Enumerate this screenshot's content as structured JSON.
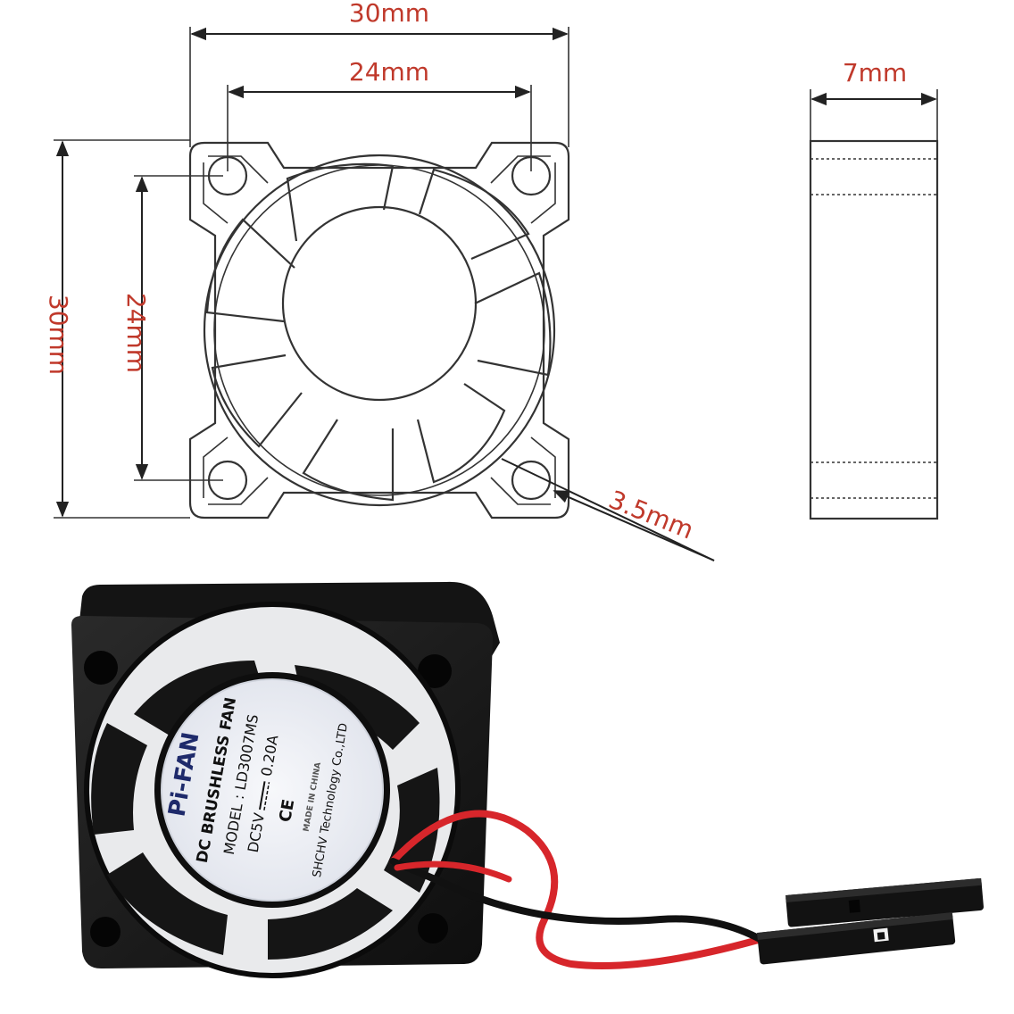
{
  "dimensions": {
    "width_total": "30mm",
    "width_holes": "24mm",
    "height_total": "30mm",
    "height_holes": "24mm",
    "thickness": "7mm",
    "hole_diameter": "3.5mm"
  },
  "fan_label": {
    "brand": "Pi-FAN",
    "type": "DC BRUSHLESS FAN",
    "model": "MODEL : LD3007MS",
    "voltage": "DC5V",
    "current": "0.20A",
    "ce_mark": "CE",
    "origin": "MADE IN CHINA",
    "maker": "SHCHV Technology Co.,LTD"
  },
  "colors": {
    "dimension_text": "#c0392b",
    "fan_body": "#1a1a1a",
    "wire_red": "#d7262b",
    "wire_black": "#111111",
    "label_text": "#1e2a6b"
  },
  "icons": [
    "fan-outline",
    "fan-side-view",
    "fan-photo",
    "dupont-connector"
  ]
}
